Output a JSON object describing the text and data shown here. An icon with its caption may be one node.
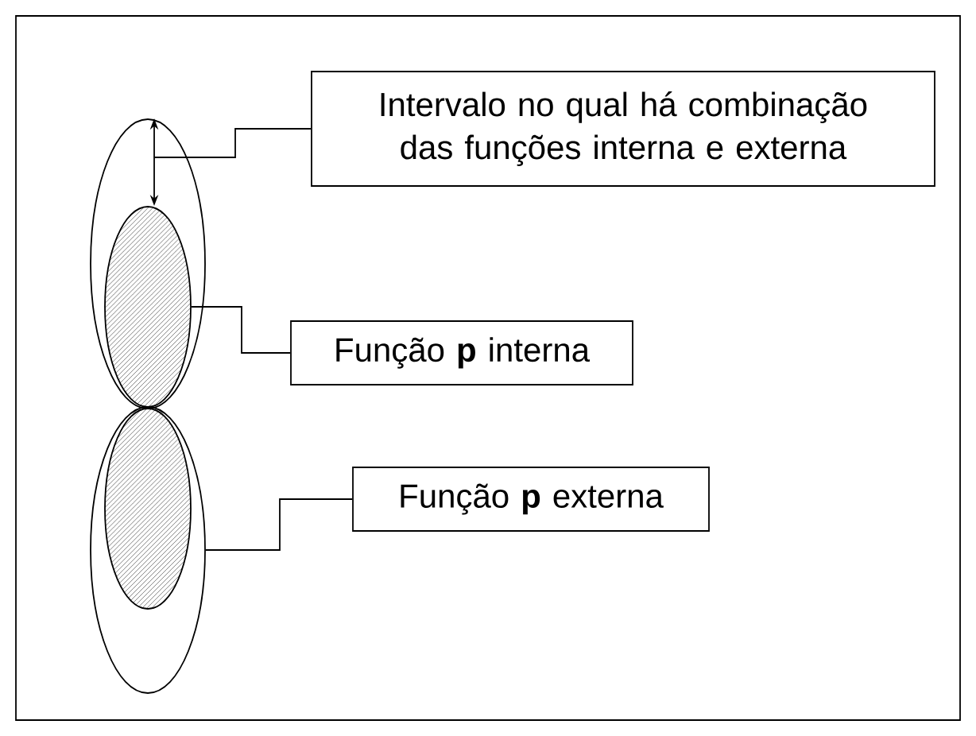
{
  "diagram": {
    "nodes": [
      {
        "text": [],
        "shape": "ellipse"
      },
      {
        "text": [],
        "shape": "ellipse",
        "in": 0
      },
      {
        "text": [],
        "shape": "ellipse"
      },
      {
        "text": [],
        "shape": "ellipse",
        "in": 2
      },
      {
        "text": [
          "Intervalo no qual há combinação das funções interna e externa"
        ]
      },
      {
        "text": [
          "Função **p** interna"
        ]
      },
      {
        "text": [
          "Função **p** externa"
        ]
      }
    ],
    "edges": [
      {
        "from": 4,
        "to": null,
        "arrow": "none"
      },
      {
        "from": 5,
        "to": 1,
        "arrow": "none"
      },
      {
        "from": 6,
        "to": 2,
        "arrow": "none"
      },
      {
        "from": 0,
        "to": 1,
        "arrow": "both"
      }
    ]
  }
}
